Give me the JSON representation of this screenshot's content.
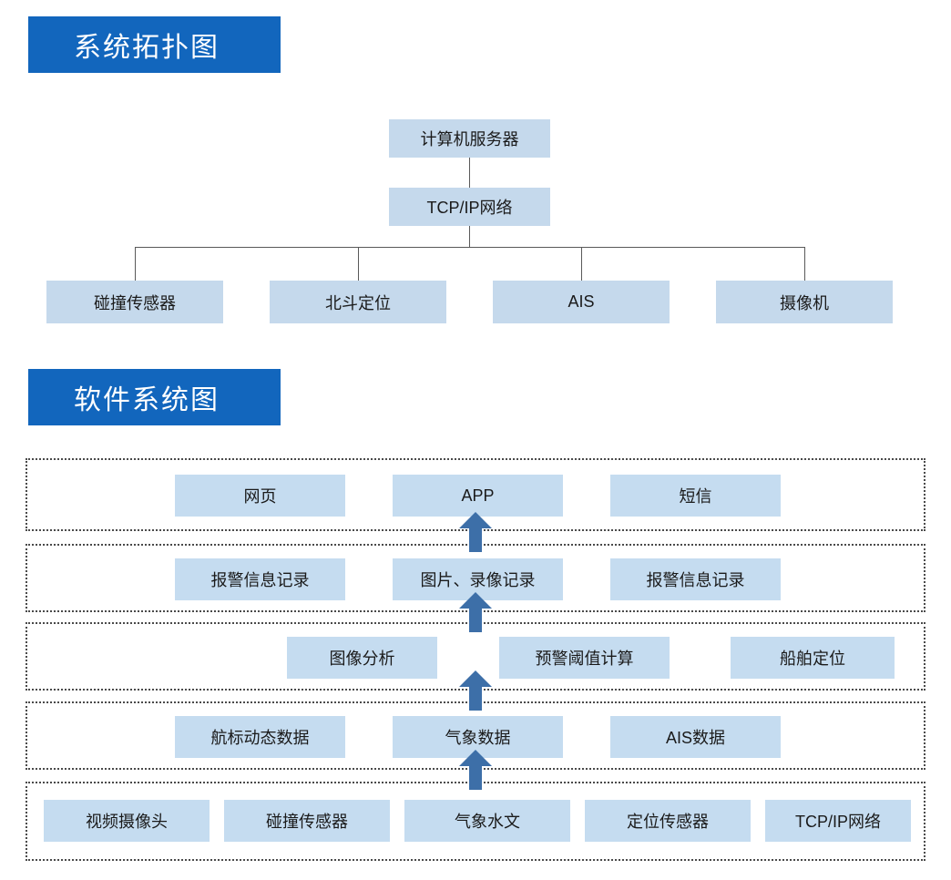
{
  "page": {
    "background": "#ffffff",
    "accent_blue": "#1266bd",
    "box_fill": "#c5d9ec",
    "box_fill_soft": "#c5dcf0",
    "arrow_color": "#3d6fa8",
    "line_color": "#595959"
  },
  "sections": {
    "topology": {
      "banner_label": "系统拓扑图",
      "nodes": {
        "server": {
          "label": "计算机服务器"
        },
        "network": {
          "label": "TCP/IP网络"
        },
        "leaves": [
          {
            "label": "碰撞传感器"
          },
          {
            "label": "北斗定位"
          },
          {
            "label": "AIS"
          },
          {
            "label": "摄像机"
          }
        ]
      }
    },
    "software": {
      "banner_label": "软件系统图",
      "layers": [
        {
          "name": "presentation-layer",
          "boxes": [
            {
              "label": "网页"
            },
            {
              "label": "APP"
            },
            {
              "label": "短信"
            }
          ]
        },
        {
          "name": "record-layer",
          "boxes": [
            {
              "label": "报警信息记录"
            },
            {
              "label": "图片、录像记录"
            },
            {
              "label": "报警信息记录"
            }
          ]
        },
        {
          "name": "analysis-layer",
          "boxes": [
            {
              "label": "图像分析"
            },
            {
              "label": "预警阈值计算"
            },
            {
              "label": "船舶定位"
            }
          ]
        },
        {
          "name": "data-layer",
          "boxes": [
            {
              "label": "航标动态数据"
            },
            {
              "label": "气象数据"
            },
            {
              "label": "AIS数据"
            }
          ]
        },
        {
          "name": "device-layer",
          "boxes": [
            {
              "label": "视频摄像头"
            },
            {
              "label": "碰撞传感器"
            },
            {
              "label": "气象水文"
            },
            {
              "label": "定位传感器"
            },
            {
              "label": "TCP/IP网络"
            }
          ]
        }
      ],
      "arrow_count": 4,
      "arrow_direction": "up"
    }
  }
}
